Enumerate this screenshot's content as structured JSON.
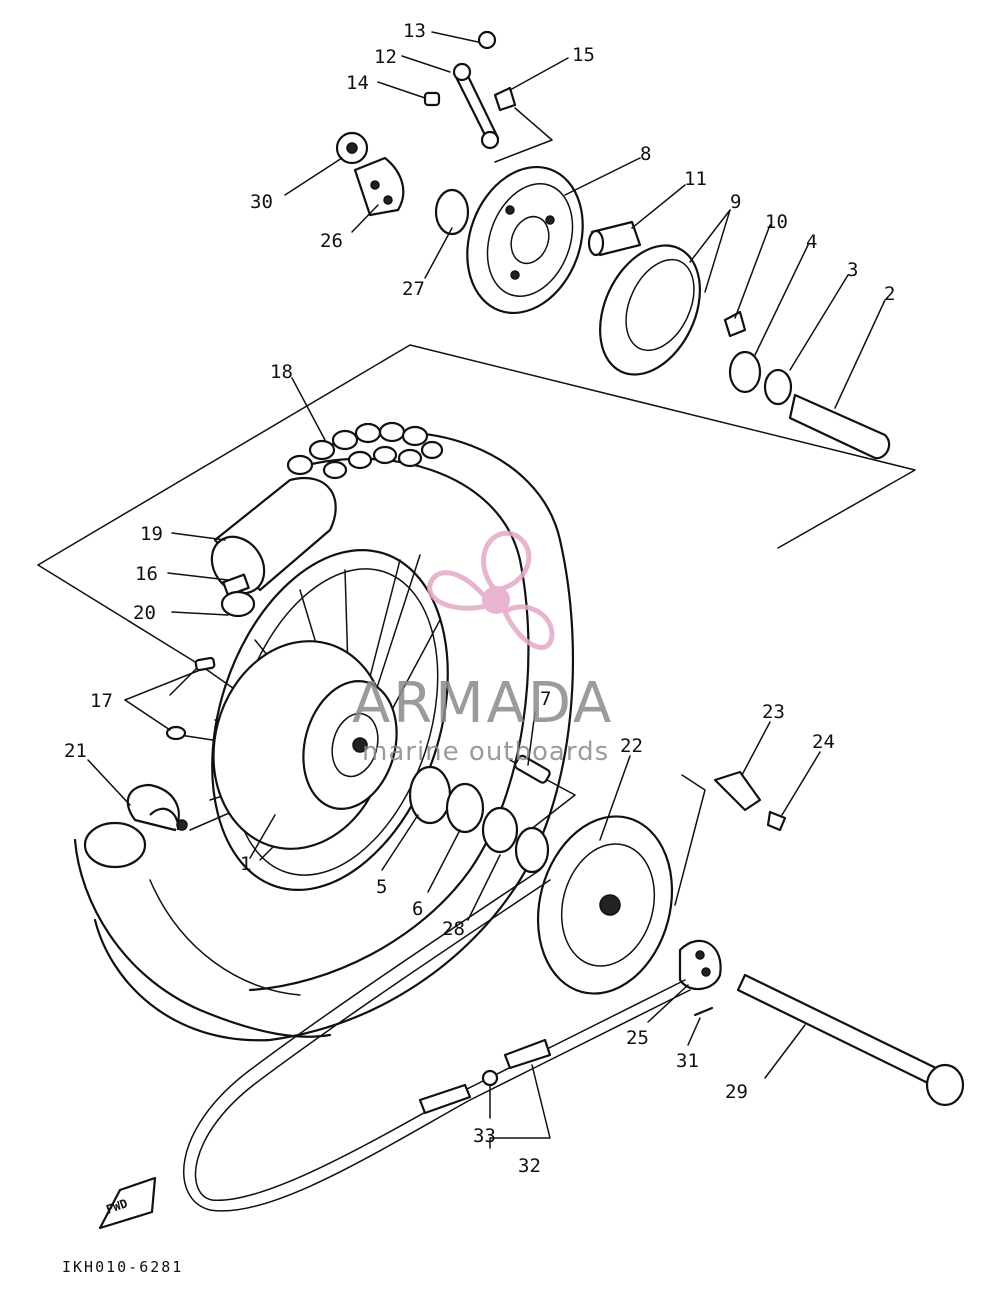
{
  "diagram": {
    "part_numbers": [
      "1",
      "2",
      "3",
      "4",
      "5",
      "6",
      "7",
      "8",
      "9",
      "10",
      "11",
      "12",
      "13",
      "14",
      "15",
      "16",
      "17",
      "18",
      "19",
      "20",
      "21",
      "22",
      "23",
      "24",
      "25",
      "26",
      "27",
      "28",
      "29",
      "30",
      "31",
      "32",
      "33"
    ],
    "drawing_code": "IKH010-6281",
    "direction_tag": "FWD",
    "watermark": {
      "brand": "ARMADA",
      "tagline": "marine outboards"
    }
  }
}
